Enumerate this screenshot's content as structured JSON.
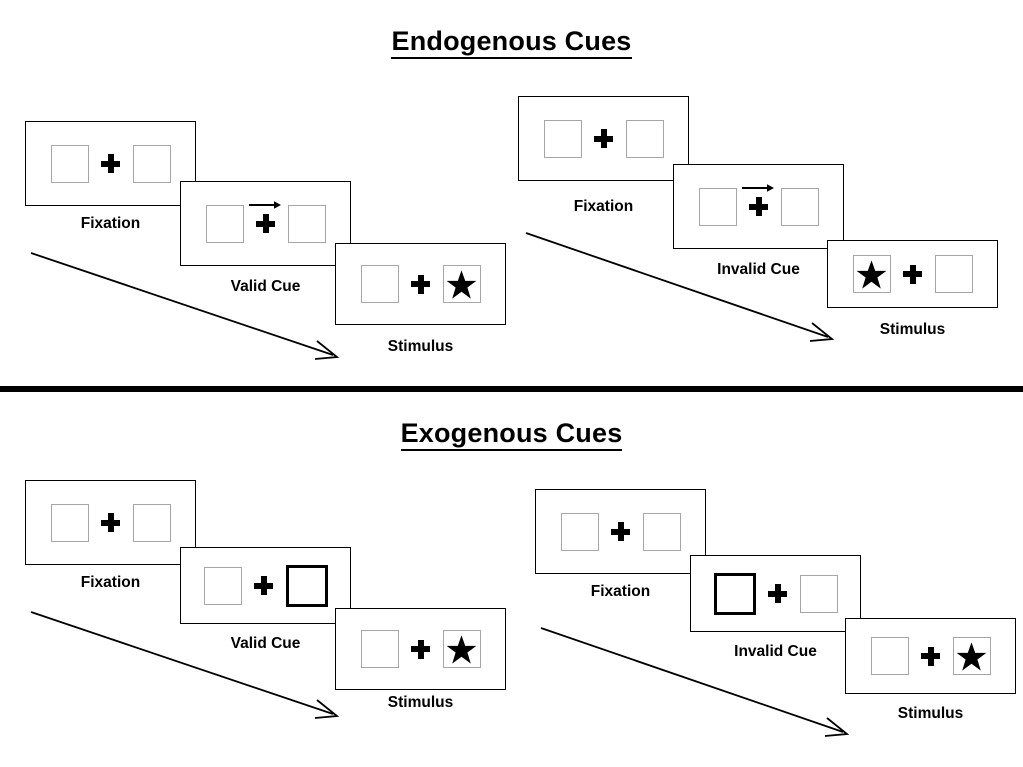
{
  "figure": {
    "type": "experimental-paradigm-diagram",
    "description": "Posner cueing task sequences for endogenous and exogenous cues"
  },
  "sections": [
    {
      "id": "endogenous",
      "title": "Endogenous Cues",
      "groups": [
        {
          "id": "endogenous-valid",
          "flow_arrow_label": "time-progression-arrow",
          "frames": [
            {
              "id": "endo-valid-fixation",
              "label": "Fixation",
              "left_box": {
                "state": "normal",
                "content": "empty"
              },
              "right_box": {
                "state": "normal",
                "content": "empty"
              },
              "cue_arrow": "none"
            },
            {
              "id": "endo-valid-cue",
              "label": "Valid Cue",
              "left_box": {
                "state": "normal",
                "content": "empty"
              },
              "right_box": {
                "state": "normal",
                "content": "empty"
              },
              "cue_arrow": "right"
            },
            {
              "id": "endo-valid-stimulus",
              "label": "Stimulus",
              "left_box": {
                "state": "normal",
                "content": "empty"
              },
              "right_box": {
                "state": "normal",
                "content": "star"
              },
              "cue_arrow": "none"
            }
          ]
        },
        {
          "id": "endogenous-invalid",
          "flow_arrow_label": "time-progression-arrow",
          "frames": [
            {
              "id": "endo-invalid-fixation",
              "label": "Fixation",
              "left_box": {
                "state": "normal",
                "content": "empty"
              },
              "right_box": {
                "state": "normal",
                "content": "empty"
              },
              "cue_arrow": "none"
            },
            {
              "id": "endo-invalid-cue",
              "label": "Invalid Cue",
              "left_box": {
                "state": "normal",
                "content": "empty"
              },
              "right_box": {
                "state": "normal",
                "content": "empty"
              },
              "cue_arrow": "right"
            },
            {
              "id": "endo-invalid-stimulus",
              "label": "Stimulus",
              "left_box": {
                "state": "normal",
                "content": "star"
              },
              "right_box": {
                "state": "normal",
                "content": "empty"
              },
              "cue_arrow": "none"
            }
          ]
        }
      ]
    },
    {
      "id": "exogenous",
      "title": "Exogenous Cues",
      "groups": [
        {
          "id": "exogenous-valid",
          "flow_arrow_label": "time-progression-arrow",
          "frames": [
            {
              "id": "exo-valid-fixation",
              "label": "Fixation",
              "left_box": {
                "state": "normal",
                "content": "empty"
              },
              "right_box": {
                "state": "normal",
                "content": "empty"
              },
              "cue_arrow": "none"
            },
            {
              "id": "exo-valid-cue",
              "label": "Valid Cue",
              "left_box": {
                "state": "normal",
                "content": "empty"
              },
              "right_box": {
                "state": "cued",
                "content": "empty"
              },
              "cue_arrow": "none"
            },
            {
              "id": "exo-valid-stimulus",
              "label": "Stimulus",
              "left_box": {
                "state": "normal",
                "content": "empty"
              },
              "right_box": {
                "state": "normal",
                "content": "star"
              },
              "cue_arrow": "none"
            }
          ]
        },
        {
          "id": "exogenous-invalid",
          "flow_arrow_label": "time-progression-arrow",
          "frames": [
            {
              "id": "exo-invalid-fixation",
              "label": "Fixation",
              "left_box": {
                "state": "normal",
                "content": "empty"
              },
              "right_box": {
                "state": "normal",
                "content": "empty"
              },
              "cue_arrow": "none"
            },
            {
              "id": "exo-invalid-cue",
              "label": "Invalid Cue",
              "left_box": {
                "state": "cued",
                "content": "empty"
              },
              "right_box": {
                "state": "normal",
                "content": "empty"
              },
              "cue_arrow": "none"
            },
            {
              "id": "exo-invalid-stimulus",
              "label": "Stimulus",
              "left_box": {
                "state": "normal",
                "content": "empty"
              },
              "right_box": {
                "state": "normal",
                "content": "star"
              },
              "cue_arrow": "none"
            }
          ]
        }
      ]
    }
  ],
  "colors": {
    "background": "#ffffff",
    "panel_border": "#000000",
    "box_border": "#a6a6a6",
    "cued_box_border": "#000000",
    "ink": "#000000"
  }
}
